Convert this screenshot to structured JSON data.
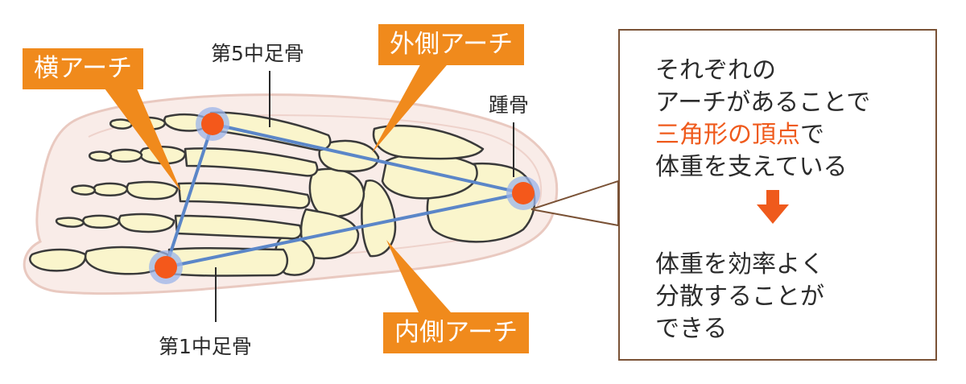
{
  "labels": {
    "transverse_arch": "横アーチ",
    "lateral_arch": "外側アーチ",
    "medial_arch": "内側アーチ",
    "fifth_metatarsal": "第5中足骨",
    "first_metatarsal": "第1中足骨",
    "calcaneus": "踵骨"
  },
  "callout": {
    "line1": "それぞれの",
    "line2": "アーチがあることで",
    "line3_highlight": "三角形の頂点",
    "line3_rest": "で",
    "line4": "体重を支えている",
    "line5": "体重を効率よく",
    "line6": "分散することが",
    "line7": "できる"
  },
  "colors": {
    "tag_orange": "#f08a1c",
    "point_orange": "#f4581b",
    "triangle_blue": "#5b86c8",
    "bone_fill": "#faf5cc",
    "foot_outline": "#f7e1dc",
    "highlight_text": "#ef5a1c",
    "callout_border": "#7a5236"
  },
  "icons": {
    "down_arrow": "down-arrow-icon"
  }
}
